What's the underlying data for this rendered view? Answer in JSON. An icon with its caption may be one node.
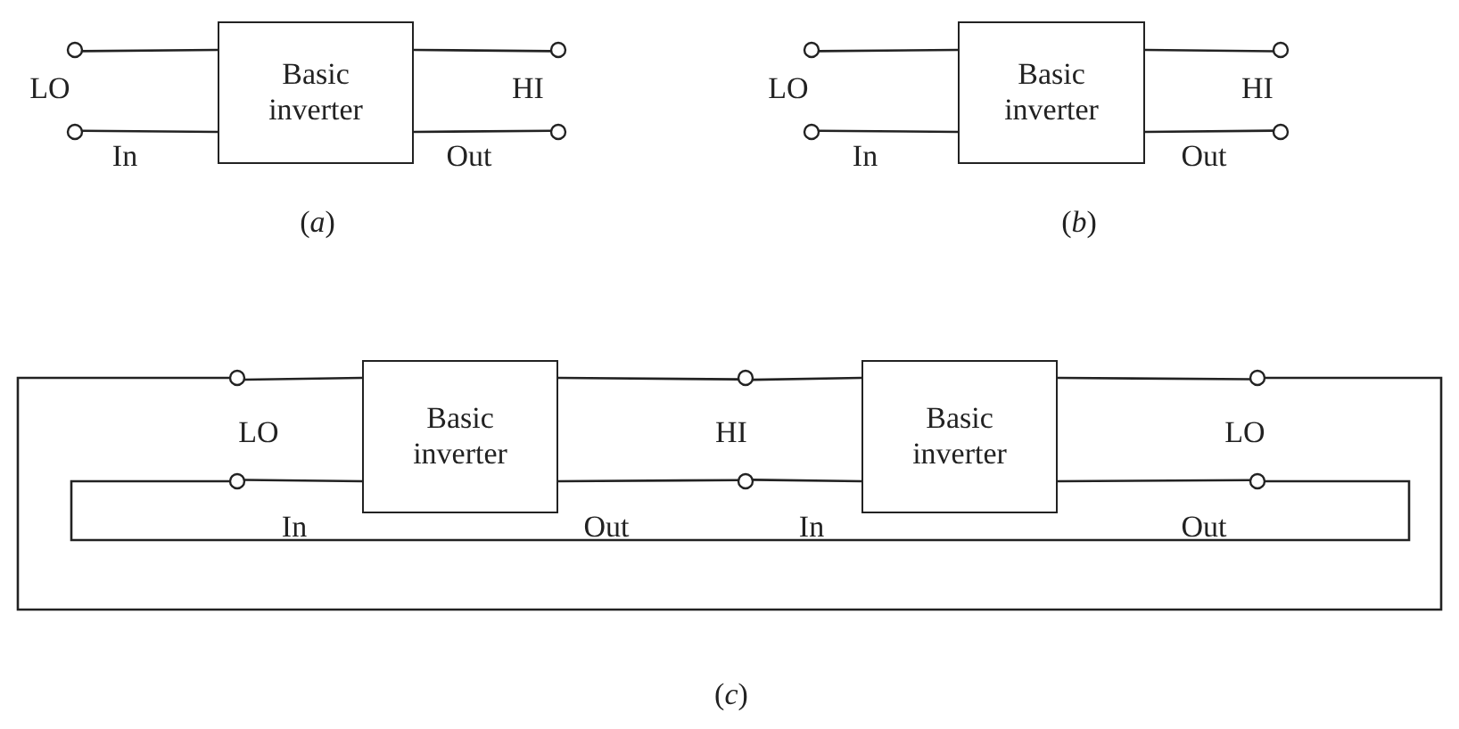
{
  "diagram": {
    "nodes": [
      {
        "text": [
          "Basic inverter"
        ]
      },
      {
        "text": [],
        "shape": "circle"
      },
      {
        "text": [],
        "shape": "circle"
      },
      {
        "text": [],
        "shape": "circle"
      },
      {
        "text": [],
        "shape": "circle"
      },
      {
        "text": [
          "Basic inverter"
        ]
      },
      {
        "text": [],
        "shape": "circle"
      },
      {
        "text": [],
        "shape": "circle"
      },
      {
        "text": [],
        "shape": "circle"
      },
      {
        "text": [],
        "shape": "circle"
      },
      {
        "text": [],
        "shape": "circle"
      },
      {
        "text": [],
        "shape": "circle"
      },
      {
        "text": [
          "Basic inverter"
        ]
      },
      {
        "text": [],
        "shape": "circle"
      },
      {
        "text": [],
        "shape": "circle"
      },
      {
        "text": [
          "Basic inverter"
        ]
      },
      {
        "text": [],
        "shape": "circle"
      },
      {
        "text": [],
        "shape": "circle"
      }
    ],
    "edges": [
      {
        "from": 1,
        "to": 0,
        "arrow": "none"
      },
      {
        "from": 2,
        "to": 0,
        "arrow": "none"
      },
      {
        "from": 0,
        "to": 3,
        "arrow": "none"
      },
      {
        "from": 0,
        "to": 4,
        "arrow": "none"
      },
      {
        "from": 6,
        "to": 5,
        "arrow": "none"
      },
      {
        "from": 7,
        "to": 5,
        "arrow": "none"
      },
      {
        "from": 5,
        "to": 8,
        "arrow": "none"
      },
      {
        "from": 5,
        "to": 9,
        "arrow": "none"
      },
      {
        "from": 10,
        "to": 12,
        "arrow": "none"
      },
      {
        "from": 11,
        "to": 12,
        "arrow": "none"
      },
      {
        "from": 12,
        "to": 13,
        "arrow": "none"
      },
      {
        "from": 12,
        "to": 14,
        "arrow": "none"
      },
      {
        "from": 13,
        "to": 15,
        "arrow": "none"
      },
      {
        "from": 14,
        "to": 15,
        "arrow": "none"
      },
      {
        "from": 15,
        "to": 16,
        "arrow": "none"
      },
      {
        "from": 15,
        "to": 17,
        "arrow": "none"
      },
      {
        "from": 11,
        "to": 17,
        "arrow": "none"
      },
      {
        "from": 10,
        "to": 16,
        "arrow": "none"
      }
    ],
    "labels": [
      "LO",
      "HI",
      "In",
      "Out",
      "LO",
      "HI",
      "In",
      "Out",
      "(*a*)",
      "(*b*)",
      "LO",
      "HI",
      "LO",
      "In",
      "Out",
      "In",
      "Out",
      "(*c*)"
    ]
  }
}
